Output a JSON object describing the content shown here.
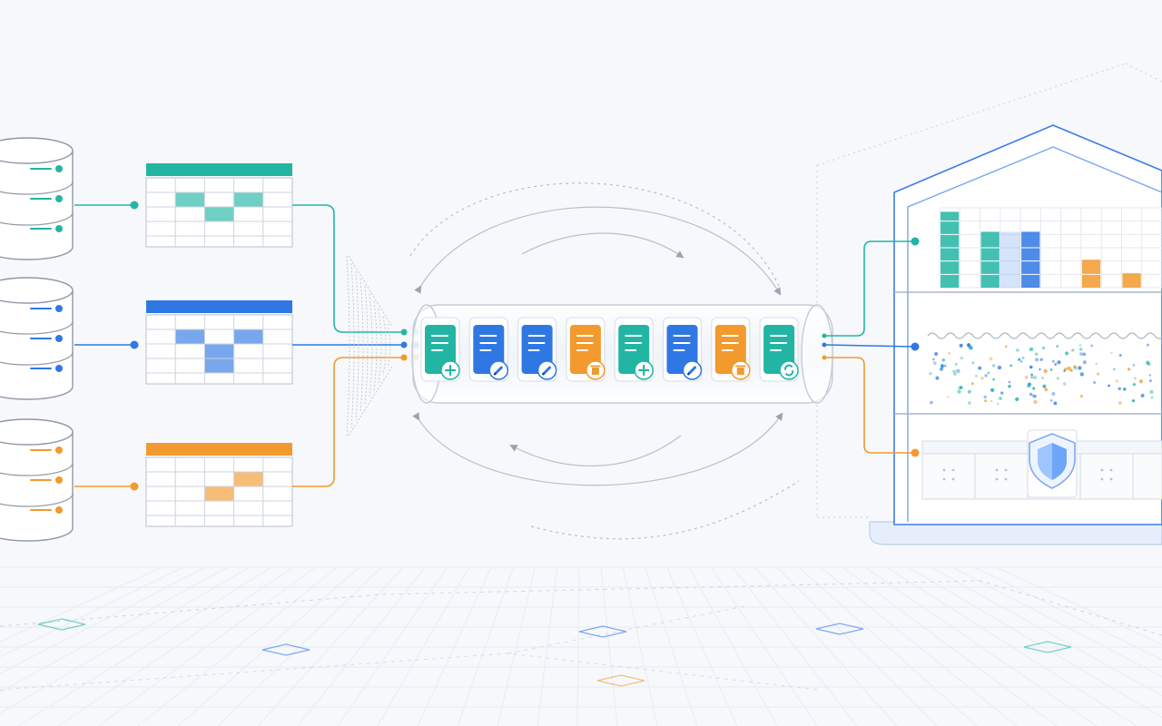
{
  "colors": {
    "teal": "#23b5a4",
    "blue": "#2f78e4",
    "orange": "#f29a2e",
    "outline": "#c7ced9",
    "background": "#f6f8fb",
    "shield": "#9ec5ff"
  },
  "sources": [
    {
      "color": "teal",
      "icon": "database-icon"
    },
    {
      "color": "blue",
      "icon": "database-icon"
    },
    {
      "color": "orange",
      "icon": "database-icon"
    }
  ],
  "source_tables": [
    {
      "color": "teal",
      "highlight": [
        [
          1,
          1
        ],
        [
          1,
          3
        ],
        [
          2,
          2
        ]
      ]
    },
    {
      "color": "blue",
      "highlight": [
        [
          1,
          1
        ],
        [
          1,
          3
        ],
        [
          2,
          2
        ],
        [
          3,
          2
        ]
      ]
    },
    {
      "color": "orange",
      "highlight": [
        [
          1,
          3
        ],
        [
          2,
          2
        ]
      ]
    }
  ],
  "change_events": [
    {
      "color": "teal",
      "operation": "insert",
      "icon": "plus-icon"
    },
    {
      "color": "blue",
      "operation": "update",
      "icon": "pencil-icon"
    },
    {
      "color": "blue",
      "operation": "update",
      "icon": "pencil-icon"
    },
    {
      "color": "orange",
      "operation": "delete",
      "icon": "trash-icon"
    },
    {
      "color": "teal",
      "operation": "insert",
      "icon": "plus-icon"
    },
    {
      "color": "blue",
      "operation": "update",
      "icon": "pencil-icon"
    },
    {
      "color": "orange",
      "operation": "delete",
      "icon": "trash-icon"
    },
    {
      "color": "teal",
      "operation": "sync",
      "icon": "sync-icon"
    }
  ],
  "warehouse": {
    "layers": [
      "columnar-chart-layer",
      "data-lake-layer",
      "secure-storage-layer"
    ],
    "bar_levels": [
      {
        "color": "teal",
        "level": 0.95
      },
      {
        "color": "teal",
        "level": 0.7
      },
      {
        "color": "blue",
        "level": 0.7
      },
      {
        "color": "orange",
        "level": 0.35
      },
      {
        "color": "orange",
        "level": 0.18
      }
    ],
    "shield_icon": "shield-icon"
  }
}
